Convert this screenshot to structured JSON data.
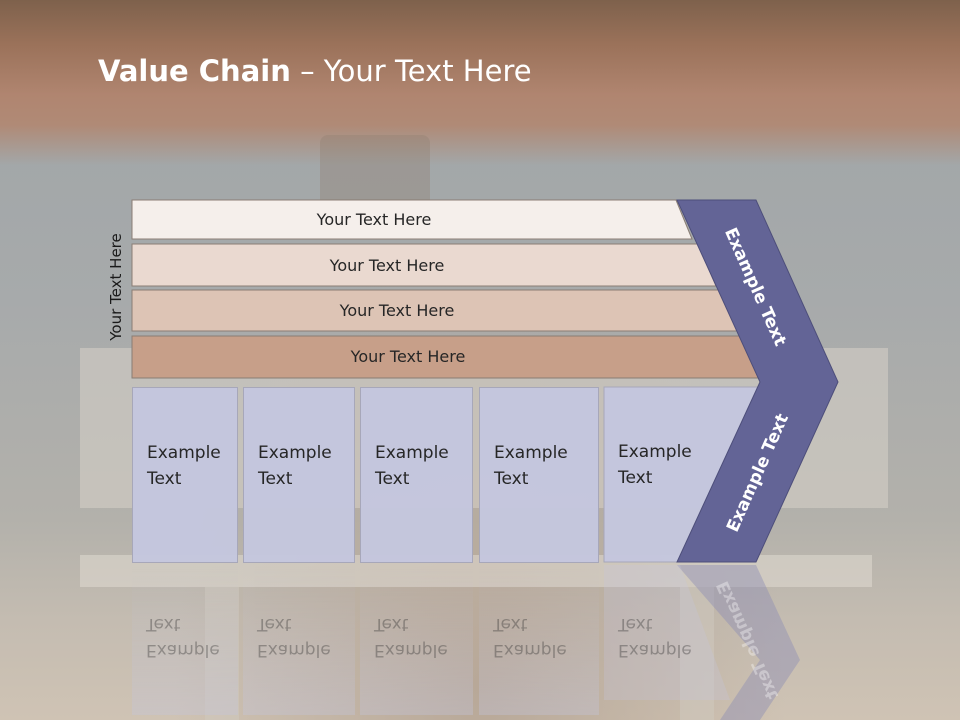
{
  "title": {
    "bold": "Value Chain",
    "rest": " – Your Text Here"
  },
  "support_axis_label": "Your Text Here",
  "support_activities": [
    "Your Text Here",
    "Your Text Here",
    "Your Text Here",
    "Your Text Here"
  ],
  "primary_activities": [
    {
      "line1": "Example",
      "line2": "Text"
    },
    {
      "line1": "Example",
      "line2": "Text"
    },
    {
      "line1": "Example",
      "line2": "Text"
    },
    {
      "line1": "Example",
      "line2": "Text"
    },
    {
      "line1": "Example",
      "line2": "Text"
    }
  ],
  "margin_upper": "Example Text",
  "margin_lower": "Example Text",
  "colors": {
    "row1": "#f5efeb",
    "row2": "#ead9d0",
    "row3": "#ddc4b5",
    "row4": "#c79f89",
    "column": "#c4c6de",
    "margin": "#636496"
  }
}
